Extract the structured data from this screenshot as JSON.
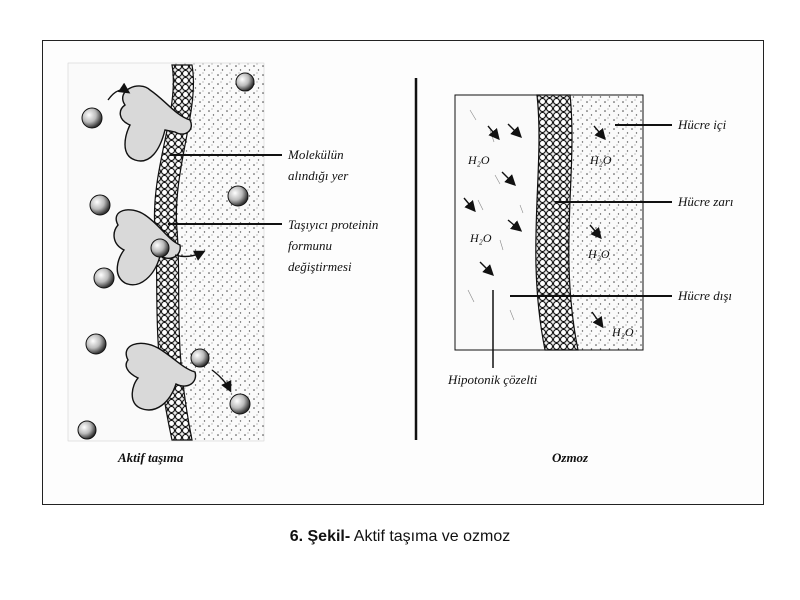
{
  "figure": {
    "left_panel": {
      "labels": {
        "molekul_line1": "Molekülün",
        "molekul_line2": "alındığı yer",
        "tasiyici_line1": "Taşıyıcı proteinin",
        "tasiyici_line2": "formunu",
        "tasiyici_line3": "değiştirmesi"
      },
      "title": "Aktif taşıma"
    },
    "right_panel": {
      "labels": {
        "hucre_ici": "Hücre içi",
        "hucre_zari": "Hücre zarı",
        "hucre_disi": "Hücre dışı",
        "hipotonik": "Hipotonik çözelti"
      },
      "water_labels": [
        "H₂O",
        "H₂O",
        "H₂O",
        "H₂O",
        "H₂O"
      ],
      "title": "Ozmoz"
    }
  },
  "caption": {
    "number": "6. Şekil-",
    "text": "Aktif taşıma ve ozmoz"
  }
}
